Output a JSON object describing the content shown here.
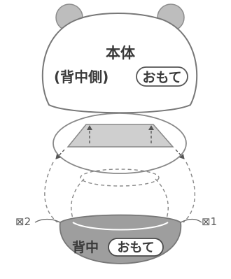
{
  "diagram": {
    "head_label_line1": "本体",
    "head_label_line2_prefix": "(背中側)",
    "head_label_line2_badge": "おもて",
    "back_label_prefix": "背中",
    "back_label_badge": "おもて",
    "marker_left": "⊠2",
    "marker_right": "⊠1"
  },
  "colors": {
    "outline": "#777777",
    "ears": "#bdbdbd",
    "collar_fill": "#cfcfcf",
    "back_fill": "#9e9e9e",
    "text": "#3a3a3a"
  }
}
